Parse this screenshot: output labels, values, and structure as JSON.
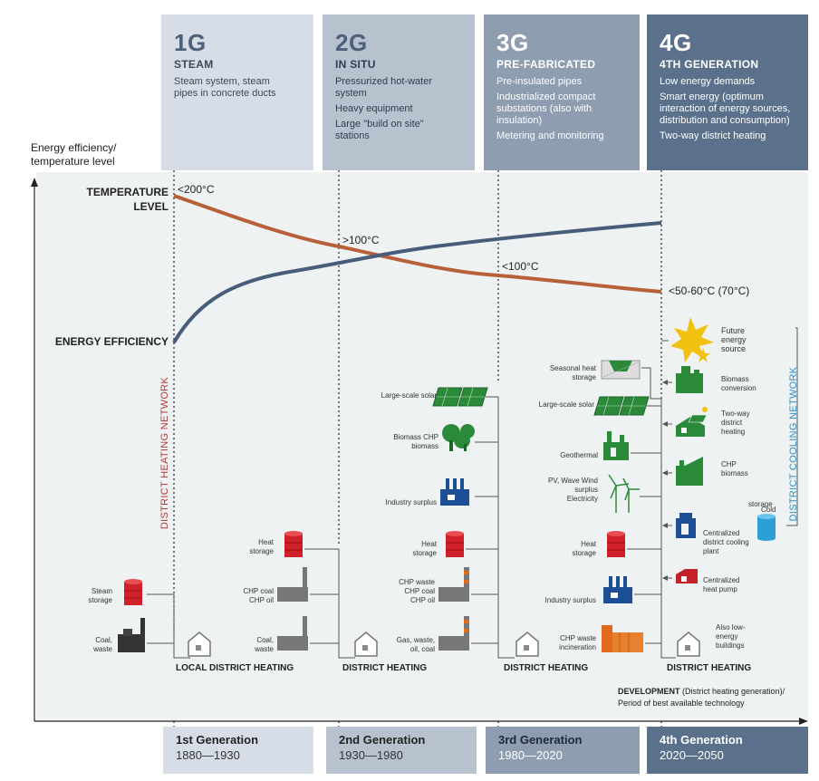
{
  "colors": {
    "g1": "#d6dde6",
    "g2": "#b8c2cf",
    "g3": "#8e9db0",
    "g4": "#5b708a",
    "chart_bg": "#eff2f2",
    "temp_line": "#b8603a",
    "eff_line": "#475d7a",
    "heating_network": "#b03a3a",
    "cooling_network": "#2e8fc9"
  },
  "generations": [
    {
      "num": "1G",
      "name": "STEAM",
      "features": [
        "Steam system, steam pipes in concrete ducts"
      ],
      "bottom_name": "1st Generation",
      "years": "1880—1930"
    },
    {
      "num": "2G",
      "name": "IN SITU",
      "features": [
        "Pressurized hot-water system",
        "Heavy equipment",
        "Large \"build on site\" stations"
      ],
      "bottom_name": "2nd Generation",
      "years": "1930—1980"
    },
    {
      "num": "3G",
      "name": "PRE-FABRICATED",
      "features": [
        "Pre-insulated pipes",
        "Industrialized compact substations (also with insulation)",
        "Metering and monitoring"
      ],
      "bottom_name": "3rd Generation",
      "years": "1980—2020"
    },
    {
      "num": "4G",
      "name": "4TH GENERATION",
      "features": [
        "Low energy demands",
        "Smart energy (optimum interaction of energy sources, distribution and consumption)",
        "Two-way district heating"
      ],
      "bottom_name": "4th Generation",
      "years": "2020—2050"
    }
  ],
  "axis": {
    "y_label": "Energy efficiency/ temperature level",
    "temperature_level": "TEMPERATURE LEVEL",
    "energy_efficiency": "ENERGY EFFICIENCY"
  },
  "temperatures": {
    "t1": "<200°C",
    "t2": ">100°C",
    "t3": "<100°C",
    "t4": "<50-60°C (70°C)"
  },
  "networks": {
    "heating": "DISTRICT HEATING NETWORK",
    "cooling": "DISTRICT COOLING NETWORK"
  },
  "district_labels": {
    "g1": "LOCAL DISTRICT HEATING",
    "g2": "DISTRICT HEATING",
    "g3": "DISTRICT HEATING",
    "g4": "DISTRICT HEATING"
  },
  "development": {
    "bold": "DEVELOPMENT",
    "rest": " (District heating generation)/",
    "line2": "Period of best available technology"
  },
  "items": {
    "g1_steam_storage": "Steam storage",
    "g1_coal_waste": "Coal, waste",
    "g2_heat_storage": "Heat storage",
    "g2_chp": "CHP coal CHP oil",
    "g2_coal_waste": "Coal, waste",
    "g3_solar": "Large-scale solar",
    "g3_biomass": "Biomass CHP biomass",
    "g3_industry": "Industry surplus",
    "g3_heat_storage": "Heat storage",
    "g3_chp": "CHP waste CHP coal CHP oil",
    "g3_gas": "Gas, waste, oil, coal",
    "g4_seasonal": "Seasonal heat storage",
    "g4_solar": "Large-scale solar",
    "g4_geothermal": "Geothermal",
    "g4_pv": "PV, Wave Wind surplus Electricity",
    "g4_heat_storage": "Heat storage",
    "g4_industry": "Industry surplus",
    "g4_chp_waste": "CHP waste incineration",
    "g4_future": "Future energy source",
    "g4_biomass_conv": "Biomass conversion",
    "g4_two_way": "Two-way district heating",
    "g4_chp_biomass": "CHP biomass",
    "g4_cooling_plant": "Centralized district cooling plant",
    "g4_cold_storage": "storage",
    "g4_cold_word": "Cold",
    "g4_heat_pump": "Centralized heat pump",
    "g4_low_energy": "Also low-energy buildings"
  }
}
